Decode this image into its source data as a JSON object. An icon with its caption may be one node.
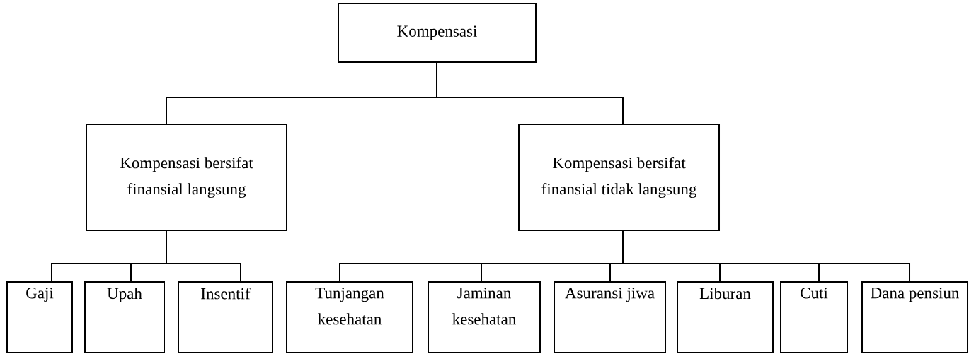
{
  "diagram": {
    "nodes": [
      {
        "text": [
          "Kompensasi"
        ]
      },
      {
        "text": [
          "Kompensasi bersifat finansial langsung"
        ]
      },
      {
        "text": [
          "Kompensasi bersifat finansial tidak langsung"
        ]
      },
      {
        "text": [
          "Gaji"
        ]
      },
      {
        "text": [
          "Upah"
        ]
      },
      {
        "text": [
          "Insentif"
        ]
      },
      {
        "text": [
          "Tunjangan kesehatan"
        ]
      },
      {
        "text": [
          "Jaminan kesehatan"
        ]
      },
      {
        "text": [
          "Asuransi jiwa"
        ]
      },
      {
        "text": [
          "Liburan"
        ]
      },
      {
        "text": [
          "Cuti"
        ]
      },
      {
        "text": [
          "Dana pensiun"
        ]
      }
    ],
    "edges": [
      {
        "from": 0,
        "to": 1,
        "arrow": "none"
      },
      {
        "from": 0,
        "to": 2,
        "arrow": "none"
      },
      {
        "from": 1,
        "to": 3,
        "arrow": "none"
      },
      {
        "from": 1,
        "to": 4,
        "arrow": "none"
      },
      {
        "from": 1,
        "to": 5,
        "arrow": "none"
      },
      {
        "from": 2,
        "to": 6,
        "arrow": "none"
      },
      {
        "from": 2,
        "to": 7,
        "arrow": "none"
      },
      {
        "from": 2,
        "to": 8,
        "arrow": "none"
      },
      {
        "from": 2,
        "to": 9,
        "arrow": "none"
      },
      {
        "from": 2,
        "to": 10,
        "arrow": "none"
      },
      {
        "from": 2,
        "to": 11,
        "arrow": "none"
      }
    ]
  }
}
